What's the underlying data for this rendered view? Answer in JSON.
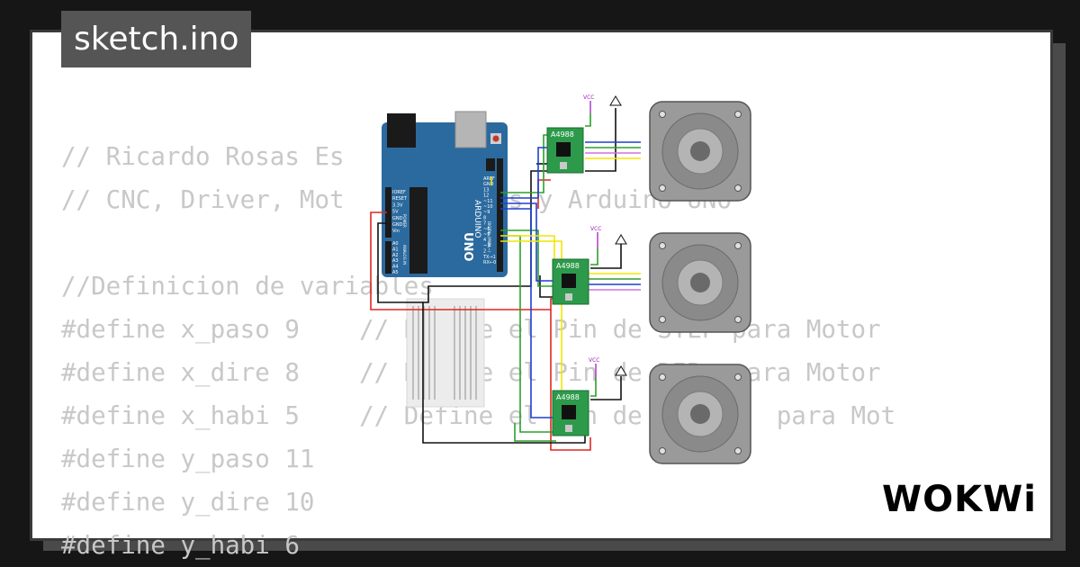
{
  "header": {
    "title": "sketch.ino"
  },
  "code_lines": [
    "// Ricardo Rosas Es",
    "// CNC, Driver, Mot       pasos y Arduino UNO",
    "",
    "//Definicion de variables",
    "#define x_paso 9    // Define el Pin de STEP para Motor",
    "#define x_dire 8    // Define el Pin de DIR  para Motor",
    "#define x_habi 5    // Define el Pin de ENABLE  para Mot",
    "#define y_paso 11",
    "#define y_dire 10",
    "#define y_habi 6"
  ],
  "arduino": {
    "brand": "ARDUINO",
    "model": "UNO",
    "power_pins": [
      "IOREF",
      "RESET",
      "3.3V",
      "5V",
      "GND",
      "GND",
      "Vin"
    ],
    "analog_pins": [
      "A0",
      "A1",
      "A2",
      "A3",
      "A4",
      "A5"
    ],
    "digital_pins": [
      "AREF",
      "GND",
      "13",
      "12",
      "~11",
      "~10",
      "~9",
      "8",
      "7",
      "~6",
      "~5",
      "4",
      "~3",
      "2",
      "TX→1",
      "RX←0"
    ],
    "power_label": "POWER",
    "analog_label": "ANALOG IN",
    "digital_label": "DIGITAL (PWM ~)"
  },
  "drivers": [
    {
      "label": "A4988",
      "vcc": "VCC"
    },
    {
      "label": "A4988",
      "vcc": "VCC"
    },
    {
      "label": "A4988",
      "vcc": "VCC"
    }
  ],
  "branding": {
    "logo": "WOKWi"
  },
  "colors": {
    "background": "#161616",
    "card": "#ffffff",
    "code_text": "#c8c8c8",
    "title_tab": "#555555",
    "arduino_board": "#2b6a9e",
    "driver_board": "#2c9a4a",
    "motor_body": "#9a9a9a",
    "wire_red": "#e0271f",
    "wire_black": "#111111",
    "wire_green": "#2ca02c",
    "wire_blue": "#1f3fd1",
    "wire_yellow": "#f2e600",
    "vcc_purple": "#a020c0"
  }
}
